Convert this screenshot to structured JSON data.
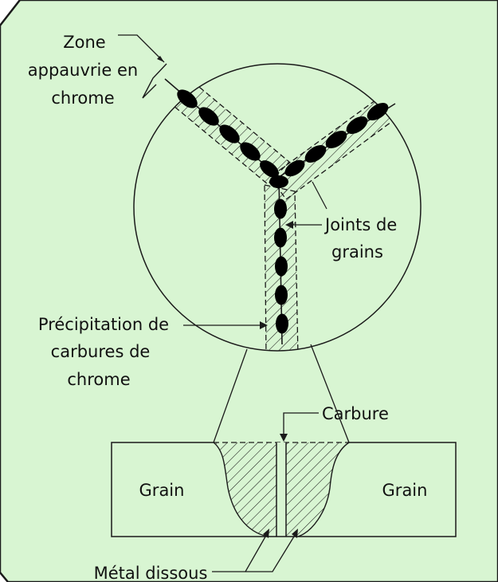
{
  "colors": {
    "background": "#d8f5d2",
    "line": "#1a1a1a",
    "ink": "#000000"
  },
  "labels": {
    "depleted_zone": [
      "Zone",
      "appauvrie en",
      "chrome"
    ],
    "grain_boundaries": [
      "Joints de",
      "grains"
    ],
    "carbide_precipitation": [
      "Précipitation de",
      "carbures de",
      "chrome"
    ],
    "carbide": "Carbure",
    "grain_left": "Grain",
    "grain_right": "Grain",
    "dissolved_metal": "Métal dissous"
  }
}
